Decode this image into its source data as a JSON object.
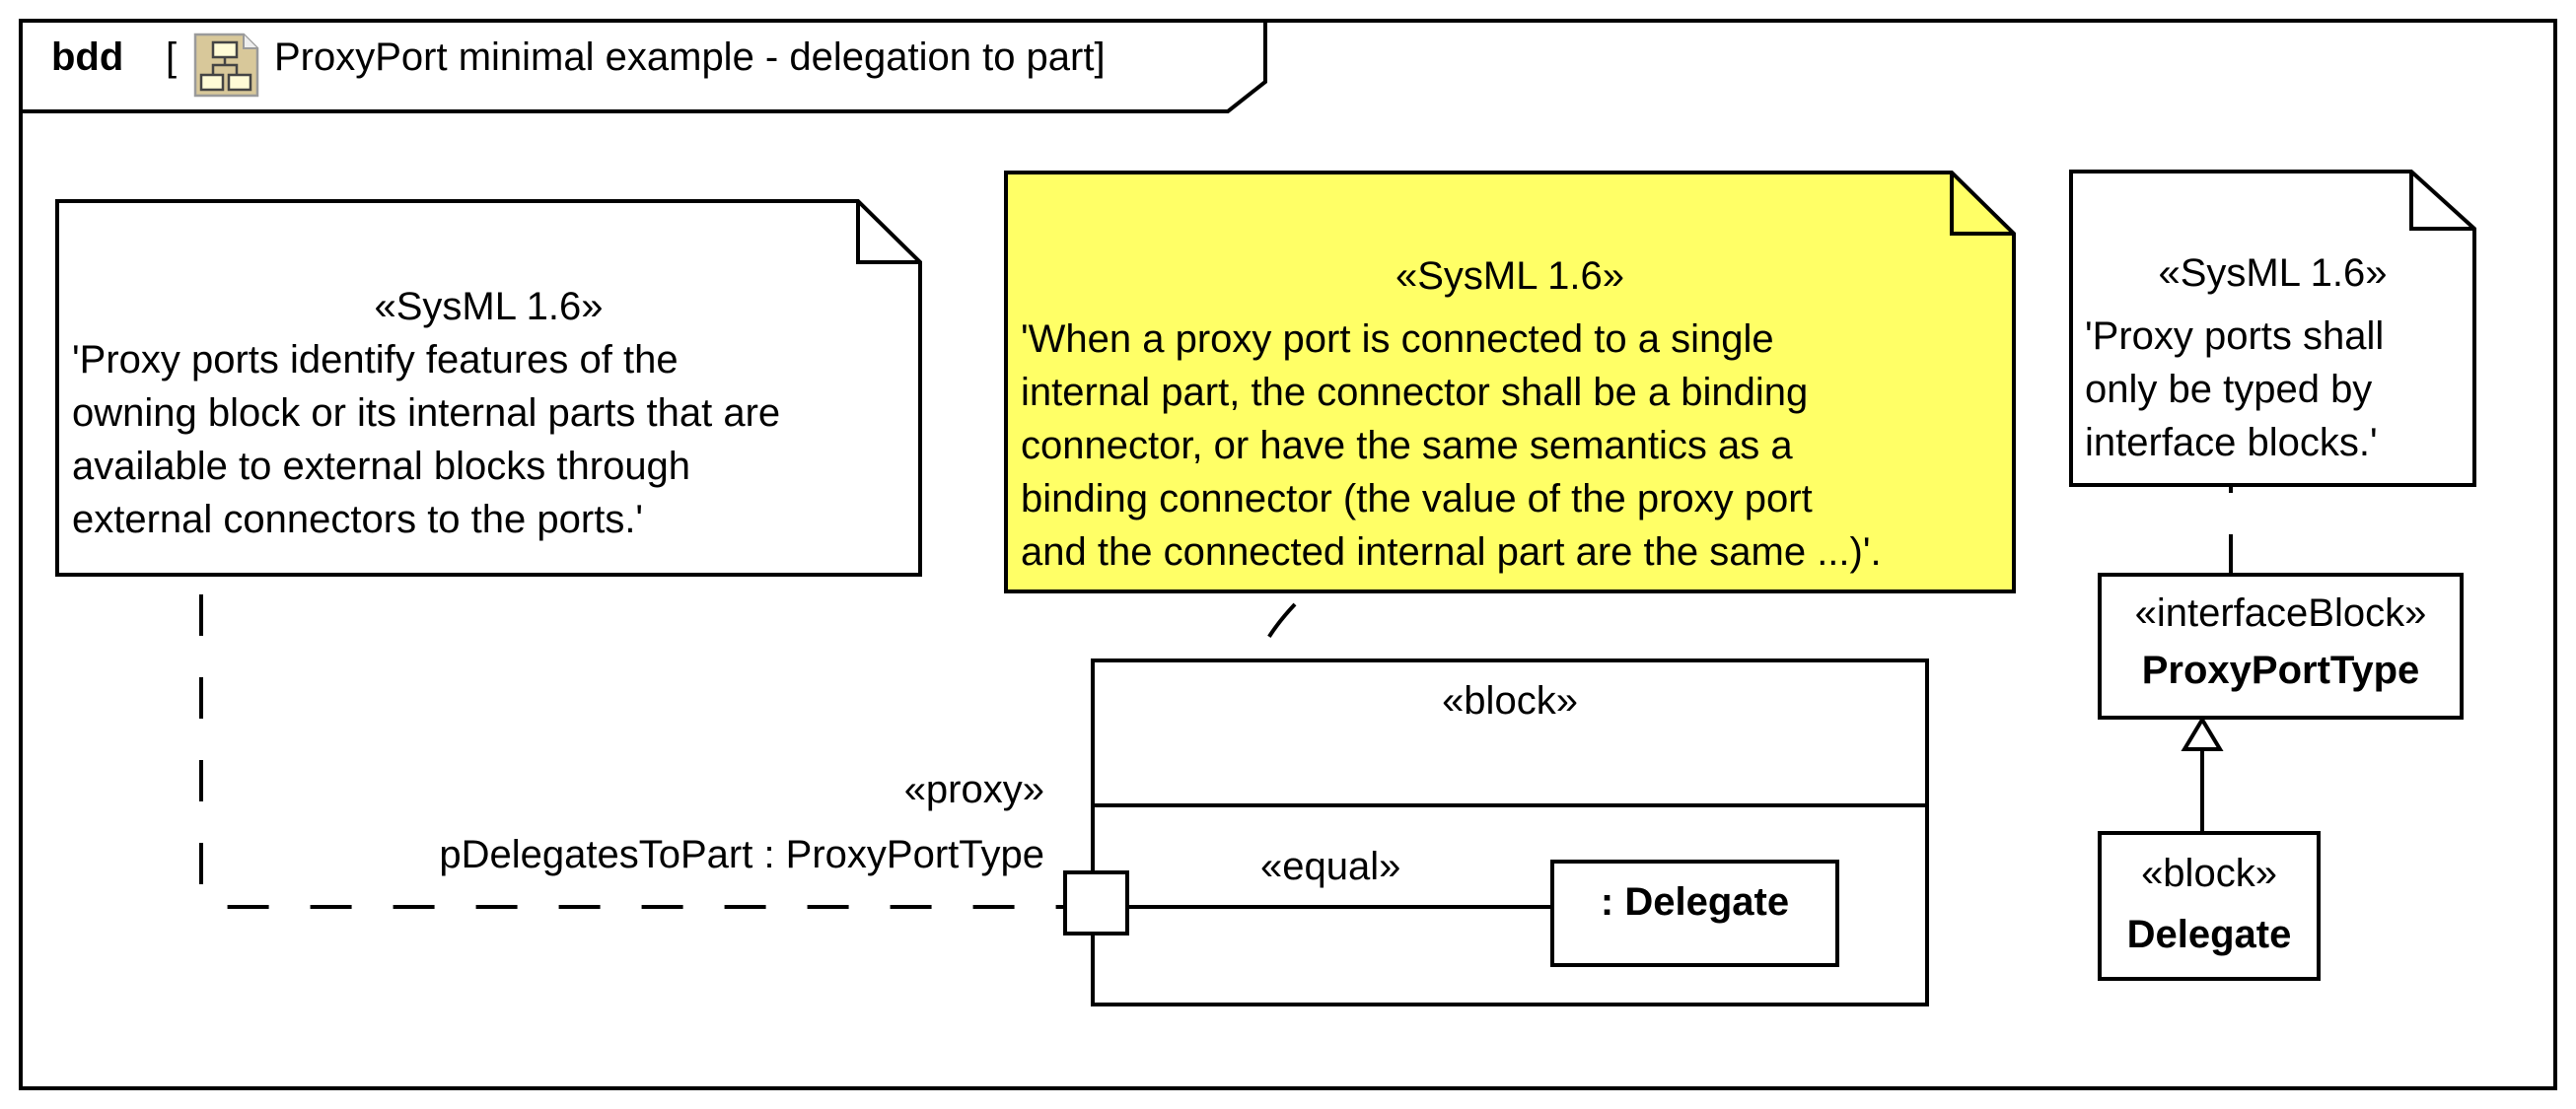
{
  "diagram": {
    "kind": "bdd",
    "bracket_open": "[",
    "title": "ProxyPort minimal example - delegation to part]",
    "icon": "bdd-diagram-icon"
  },
  "notes": [
    {
      "id": "left",
      "stereotype": "«SysML 1.6»",
      "lines": [
        "'Proxy ports identify features of the",
        "owning block or its internal parts that are",
        "available to external blocks through",
        "external connectors to the ports.'"
      ],
      "fill": "#ffffff"
    },
    {
      "id": "middle",
      "stereotype": "«SysML 1.6»",
      "lines": [
        "'When a proxy port is connected to a single",
        "internal part, the connector shall be a binding",
        "connector, or have the same semantics as a",
        "binding connector (the value of the proxy port",
        "and the connected internal part are the same ...)'."
      ],
      "fill": "#ffff66"
    },
    {
      "id": "right",
      "stereotype": "«SysML 1.6»",
      "lines": [
        "'Proxy ports shall",
        "only be typed by",
        "interface blocks.'"
      ],
      "fill": "#ffffff"
    }
  ],
  "owning_block": {
    "stereotype": "«block»",
    "name": ""
  },
  "port": {
    "stereotype": "«proxy»",
    "label": "pDelegatesToPart : ProxyPortType"
  },
  "connector": {
    "stereotype": "«equal»"
  },
  "part": {
    "label": ": Delegate"
  },
  "interface_block": {
    "stereotype": "«interfaceBlock»",
    "name": "ProxyPortType"
  },
  "delegate_block": {
    "stereotype": "«block»",
    "name": "Delegate"
  },
  "colors": {
    "line": "#000000",
    "note_highlight": "#ffff66",
    "icon_fill": "#d8c89a",
    "icon_box": "#fffbd6",
    "icon_border": "#9a9a9a"
  }
}
